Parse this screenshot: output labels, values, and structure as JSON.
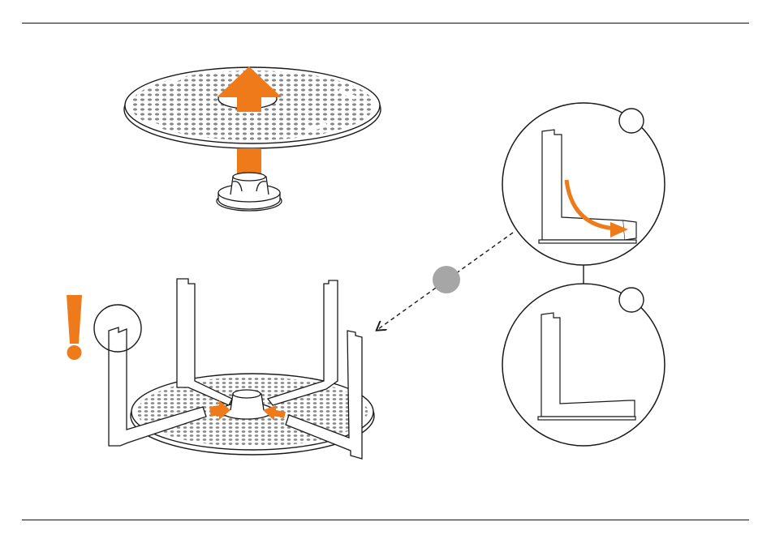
{
  "colors": {
    "accent": "#ee7a1a",
    "line": "#1a1a1a",
    "gray_dot": "#a6a6a6",
    "perforation": "#8a8a8a",
    "paper": "#ffffff"
  },
  "icons": {
    "warning": "exclamation-icon",
    "arrow_up": "arrow-up-icon",
    "arrow_in": "arrow-right-icon",
    "link": "dashed-arrow-icon"
  },
  "panels": {
    "top": "lift-tray-off-hub",
    "bottom_left": "assembled-rack",
    "right_top": "detail-foot-before",
    "right_bottom": "detail-foot-after"
  }
}
